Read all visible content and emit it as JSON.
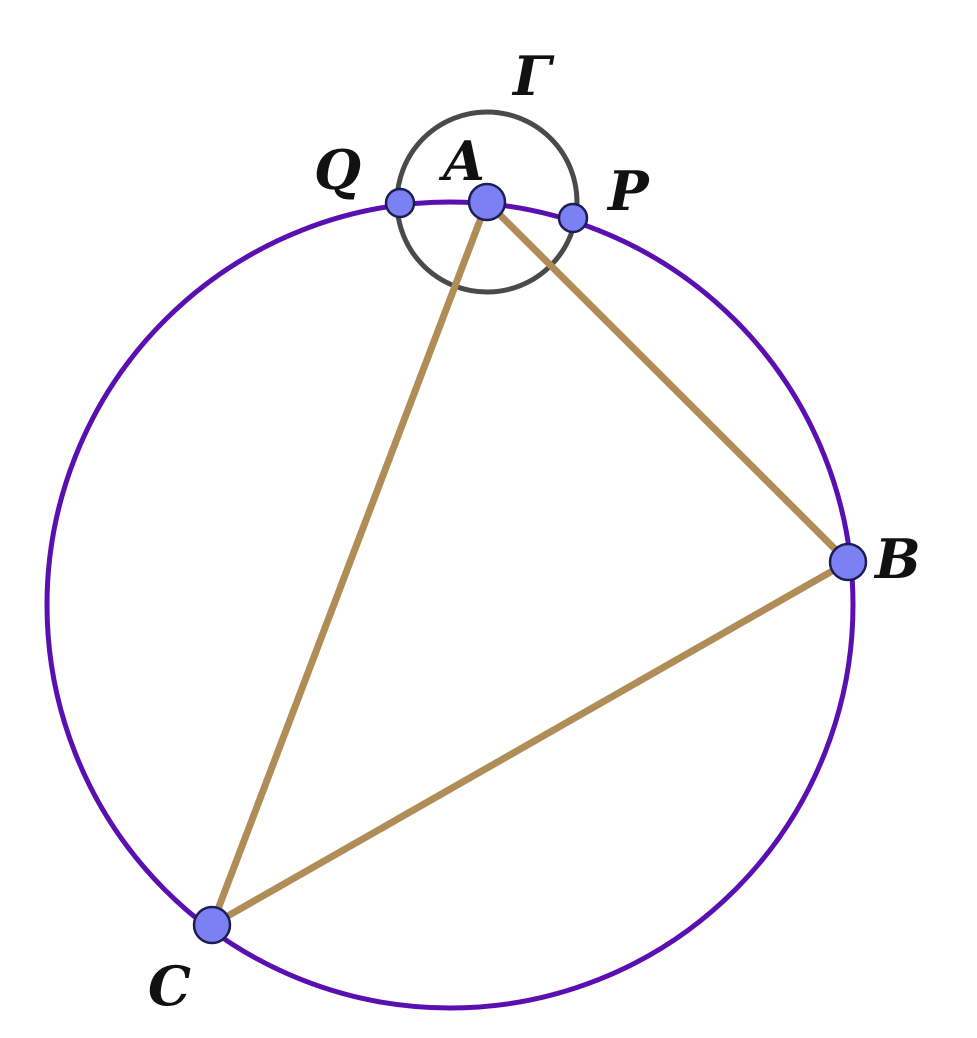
{
  "colors": {
    "circumcircle": "#5a0fb0",
    "small_circle": "#4a4a4a",
    "segments": "#b08d57",
    "point_fill": "#7b80f2",
    "point_stroke": "#1d1d55",
    "label": "#111111"
  },
  "labels": {
    "gamma": "Γ",
    "q": "Q",
    "a": "A",
    "p": "P",
    "b": "B",
    "c": "C"
  }
}
